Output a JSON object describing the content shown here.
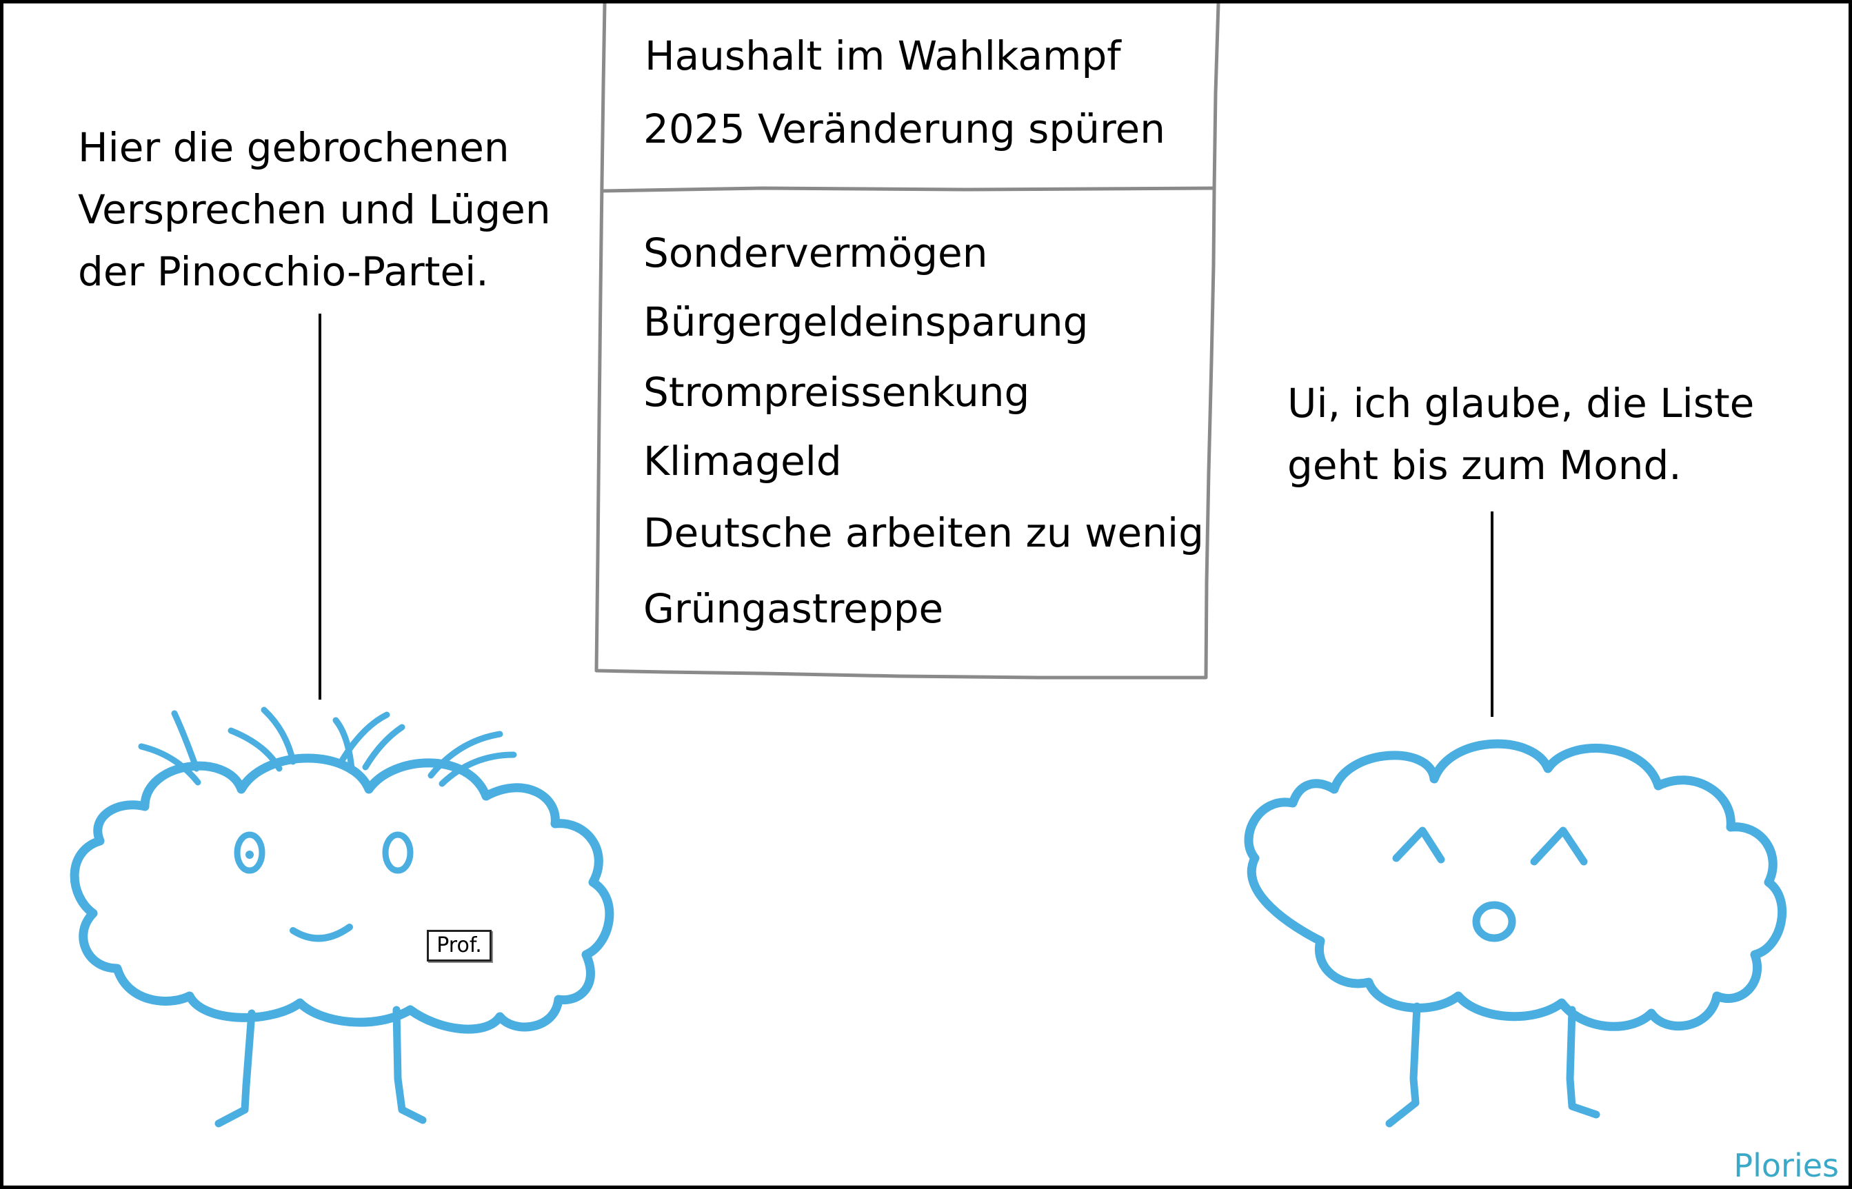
{
  "speech_left": [
    "Hier die gebrochenen",
    "Versprechen und Lügen",
    "der Pinocchio-Partei."
  ],
  "speech_right": [
    "Ui, ich glaube, die Liste",
    "geht bis zum Mond."
  ],
  "board": {
    "title": [
      "Haushalt im Wahlkampf",
      "2025 Veränderung spüren"
    ],
    "items": [
      "Sondervermögen",
      "Bürgergeldeinsparung",
      "Strompreissenkung",
      "Klimageld",
      "Deutsche arbeiten zu wenig",
      "Grüngastreppe"
    ]
  },
  "badge": "Prof.",
  "signature": "Plories",
  "colors": {
    "cloud": "#4aaee0",
    "board": "#8a8a8a",
    "signature": "#3aa9c8"
  }
}
